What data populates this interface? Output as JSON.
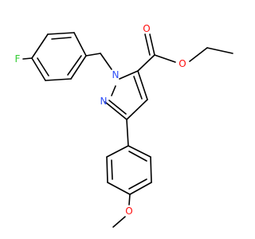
{
  "molecule": {
    "atoms": {
      "fluorine": {
        "symbol": "F",
        "color": "#33cc33"
      },
      "n1": {
        "symbol": "N",
        "color": "#3050f8"
      },
      "n2": {
        "symbol": "N",
        "color": "#3050f8"
      },
      "ester_carbonyl_o": {
        "symbol": "O",
        "color": "#ff0d0d"
      },
      "ester_ether_o": {
        "symbol": "O",
        "color": "#ff0d0d"
      },
      "methoxy_o": {
        "symbol": "O",
        "color": "#ff0d0d"
      }
    },
    "bond_color": "#000000"
  }
}
